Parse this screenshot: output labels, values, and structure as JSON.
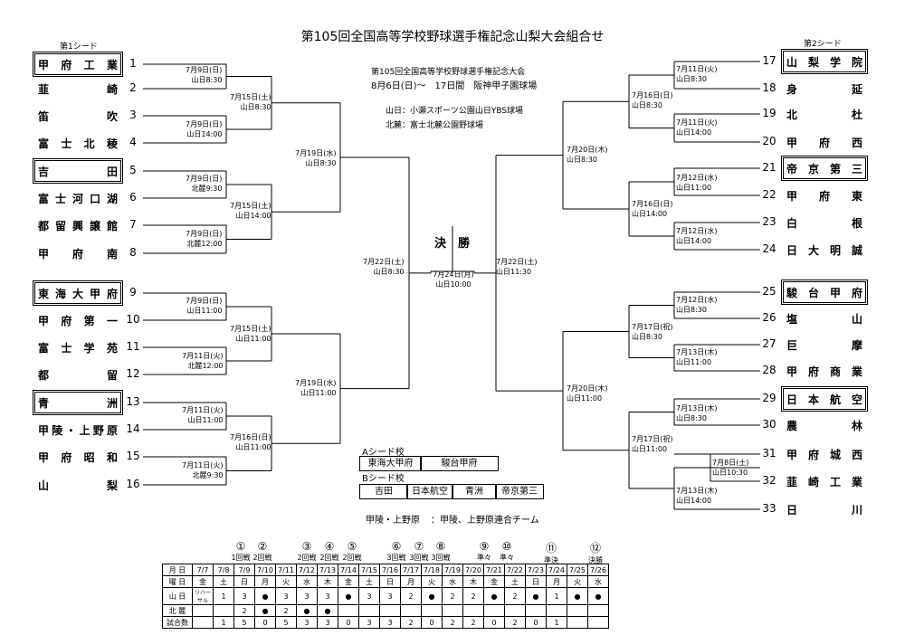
{
  "title": "第105回全国高等学校野球選手権記念山梨大会組合せ",
  "seed1_label": "第1シード",
  "seed2_label": "第2シード",
  "info": {
    "line1": "第105回全国高等学校野球選手権記念大会",
    "line2": "8月6日(日)〜　17日間　阪神甲子園球場",
    "line3": "山日：小瀬スポーツ公園山日YBS球場",
    "line4": "北麓：富士北麓公園野球場"
  },
  "left_schools": [
    {
      "num": "1",
      "name": "甲府工業"
    },
    {
      "num": "2",
      "name": "韮崎"
    },
    {
      "num": "3",
      "name": "笛吹"
    },
    {
      "num": "4",
      "name": "富士北稜"
    },
    {
      "num": "5",
      "name": "吉田"
    },
    {
      "num": "6",
      "name": "富士河口湖"
    },
    {
      "num": "7",
      "name": "都留興譲館"
    },
    {
      "num": "8",
      "name": "甲府南"
    },
    {
      "num": "9",
      "name": "東海大甲府"
    },
    {
      "num": "10",
      "name": "甲府第一"
    },
    {
      "num": "11",
      "name": "富士学苑"
    },
    {
      "num": "12",
      "name": "都留"
    },
    {
      "num": "13",
      "name": "青洲"
    },
    {
      "num": "14",
      "name": "甲陵・上野原"
    },
    {
      "num": "15",
      "name": "甲府昭和"
    },
    {
      "num": "16",
      "name": "山梨"
    }
  ],
  "right_schools": [
    {
      "num": "17",
      "name": "山梨学院"
    },
    {
      "num": "18",
      "name": "身延"
    },
    {
      "num": "19",
      "name": "北杜"
    },
    {
      "num": "20",
      "name": "甲府西"
    },
    {
      "num": "21",
      "name": "帝京第三"
    },
    {
      "num": "22",
      "name": "甲府東"
    },
    {
      "num": "23",
      "name": "白根"
    },
    {
      "num": "24",
      "name": "日大明誠"
    },
    {
      "num": "25",
      "name": "駿台甲府"
    },
    {
      "num": "26",
      "name": "塩山"
    },
    {
      "num": "27",
      "name": "巨摩"
    },
    {
      "num": "28",
      "name": "甲府商業"
    },
    {
      "num": "29",
      "name": "日本航空"
    },
    {
      "num": "30",
      "name": "農林"
    },
    {
      "num": "31",
      "name": "甲府城西"
    },
    {
      "num": "32",
      "name": "韮崎工業"
    },
    {
      "num": "33",
      "name": "日川"
    }
  ],
  "matches_left": [
    {
      "d": "7月9日(日)",
      "v": "山日8:30"
    },
    {
      "d": "7月9日(日)",
      "v": "山日14:00"
    },
    {
      "d": "7月9日(日)",
      "v": "北麓9:30"
    },
    {
      "d": "7月9日(日)",
      "v": "北麓12:00"
    },
    {
      "d": "7月9日(日)",
      "v": "山日11:00"
    },
    {
      "d": "7月11日(火)",
      "v": "北麓12:00"
    },
    {
      "d": "7月11日(火)",
      "v": "山日11:00"
    },
    {
      "d": "7月11日(火)",
      "v": "北麓9:30"
    },
    {
      "d": "7月15日(土)",
      "v": "山日8:30"
    },
    {
      "d": "7月15日(土)",
      "v": "山日14:00"
    },
    {
      "d": "7月15日(土)",
      "v": "山日11:00"
    },
    {
      "d": "7月16日(日)",
      "v": "山日11:00"
    },
    {
      "d": "7月19日(水)",
      "v": "山日8:30"
    },
    {
      "d": "7月19日(水)",
      "v": "山日11:00"
    },
    {
      "d": "7月22日(土)",
      "v": "山日8:30"
    }
  ],
  "matches_right": [
    {
      "d": "7月11日(火)",
      "v": "山日8:30"
    },
    {
      "d": "7月11日(火)",
      "v": "山日14:00"
    },
    {
      "d": "7月12日(水)",
      "v": "山日11:00"
    },
    {
      "d": "7月12日(水)",
      "v": "山日14:00"
    },
    {
      "d": "7月12日(水)",
      "v": "山日8:30"
    },
    {
      "d": "7月13日(木)",
      "v": "山日11:00"
    },
    {
      "d": "7月13日(木)",
      "v": "山日8:30"
    },
    {
      "d": "7月8日(土)",
      "v": "山日10:30"
    },
    {
      "d": "7月13日(木)",
      "v": "山日14:00"
    },
    {
      "d": "7月16日(日)",
      "v": "山日8:30"
    },
    {
      "d": "7月16日(日)",
      "v": "山日14:00"
    },
    {
      "d": "7月17日(祝)",
      "v": "山日8:30"
    },
    {
      "d": "7月17日(祝)",
      "v": "山日11:00"
    },
    {
      "d": "7月20日(木)",
      "v": "山日8:30"
    },
    {
      "d": "7月20日(木)",
      "v": "山日11:00"
    },
    {
      "d": "7月22日(土)",
      "v": "山日11:30"
    }
  ],
  "final": {
    "label_a": "決",
    "label_b": "勝",
    "d": "7月24日(月)",
    "v": "山日10:00"
  },
  "legend": {
    "a_title": "Aシード校",
    "a": [
      "東海大甲府",
      "駿台甲府"
    ],
    "b_title": "Bシード校",
    "b": [
      "吉田",
      "日本航空",
      "青洲",
      "帝京第三"
    ],
    "note_left": "甲陵・上野原",
    "note_right": "：甲陵、上野原連合チーム"
  },
  "rounds": [
    {
      "mark": "①",
      "label": "1回戦"
    },
    {
      "mark": "②",
      "label": "2回戦"
    },
    {
      "mark": "③",
      "label": "2回戦"
    },
    {
      "mark": "④",
      "label": "2回戦"
    },
    {
      "mark": "⑤",
      "label": "2回戦"
    },
    {
      "mark": "⑥",
      "label": "3回戦"
    },
    {
      "mark": "⑦",
      "label": "3回戦"
    },
    {
      "mark": "⑧",
      "label": "3回戦"
    },
    {
      "mark": "⑨",
      "label": "準々"
    },
    {
      "mark": "⑩",
      "label": "準々"
    },
    {
      "mark": "⑪",
      "label": "準決"
    },
    {
      "mark": "⑫",
      "label": "決勝"
    }
  ],
  "schedule": {
    "heads": [
      "月 日",
      "曜 日",
      "山 日",
      "北 麓",
      "試合数"
    ],
    "dates": [
      "7/7",
      "7/8",
      "7/9",
      "7/10",
      "7/11",
      "7/12",
      "7/13",
      "7/14",
      "7/15",
      "7/16",
      "7/17",
      "7/18",
      "7/19",
      "7/20",
      "7/21",
      "7/22",
      "7/23",
      "7/24",
      "7/25",
      "7/26"
    ],
    "days": [
      "金",
      "土",
      "日",
      "月",
      "火",
      "水",
      "木",
      "金",
      "土",
      "日",
      "月",
      "火",
      "水",
      "木",
      "金",
      "土",
      "日",
      "月",
      "火",
      "水"
    ],
    "yamanichi": [
      "リハーサル",
      "1",
      "3",
      "●",
      "3",
      "3",
      "3",
      "●",
      "3",
      "3",
      "2",
      "●",
      "2",
      "2",
      "●",
      "2",
      "●",
      "1",
      "●",
      "●"
    ],
    "hokuroku": [
      "",
      "",
      "2",
      "●",
      "2",
      "●",
      "●",
      "",
      "",
      "",
      "",
      "",
      "",
      "",
      "",
      "",
      "",
      "",
      "",
      ""
    ],
    "games": [
      "",
      "1",
      "5",
      "0",
      "5",
      "3",
      "3",
      "0",
      "3",
      "3",
      "2",
      "0",
      "2",
      "2",
      "0",
      "2",
      "0",
      "1",
      "",
      ""
    ]
  }
}
